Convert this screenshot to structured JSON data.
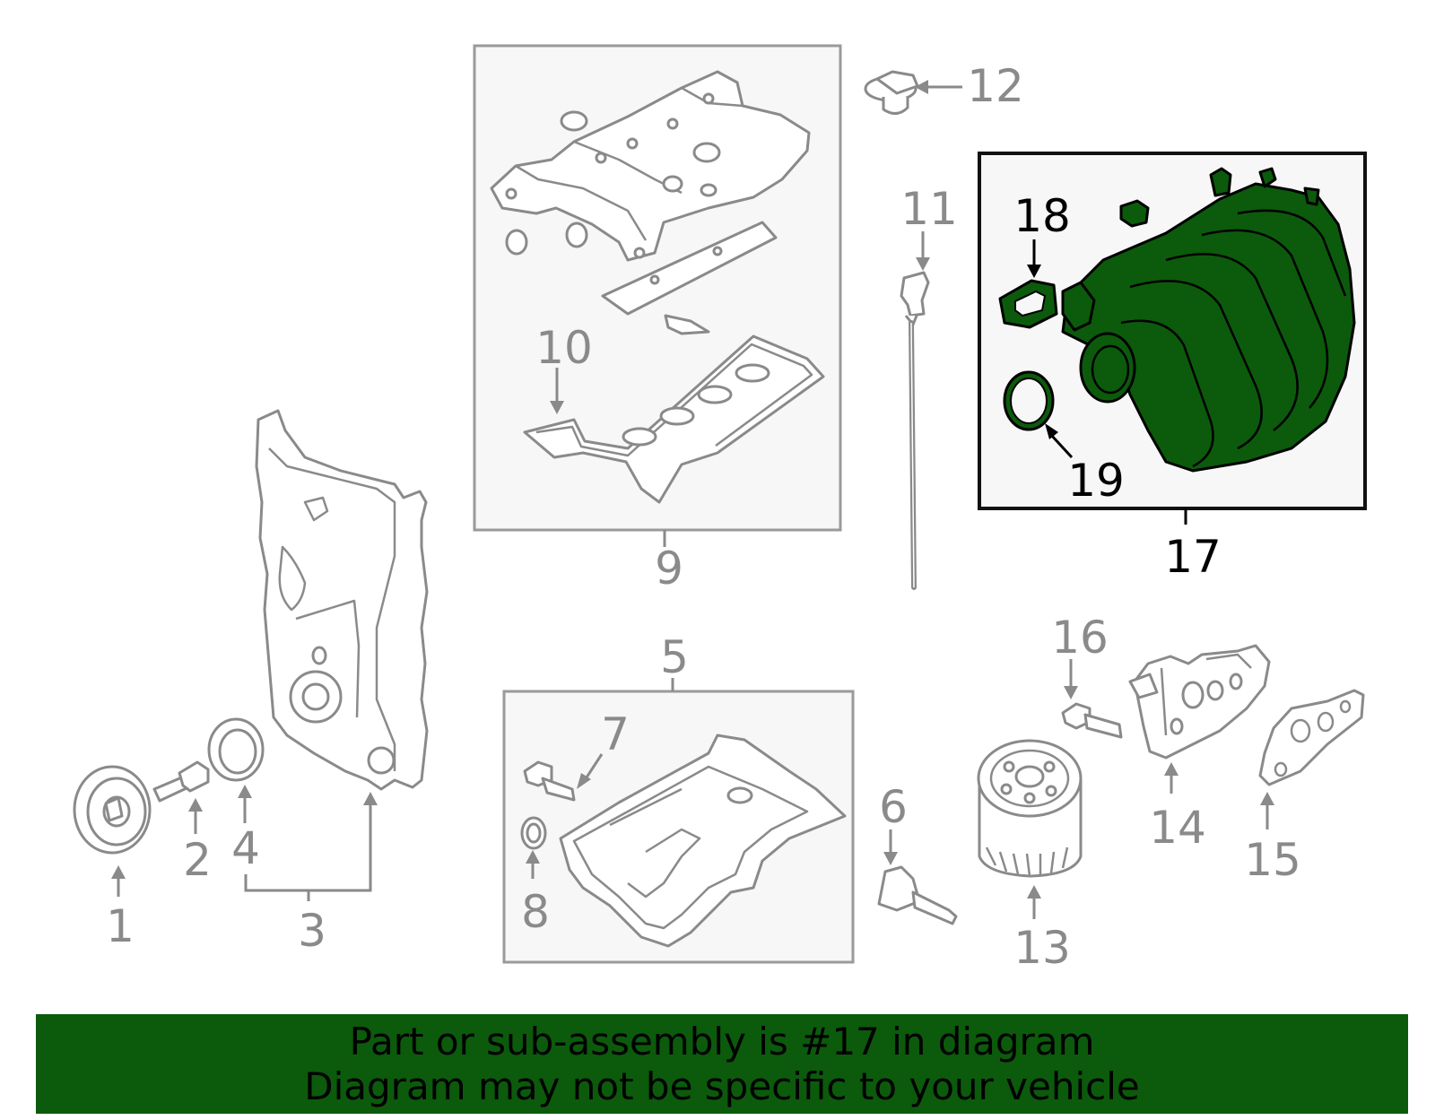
{
  "callouts": {
    "c1": "1",
    "c2": "2",
    "c3": "3",
    "c4": "4",
    "c5": "5",
    "c6": "6",
    "c7": "7",
    "c8": "8",
    "c9": "9",
    "c10": "10",
    "c11": "11",
    "c12": "12",
    "c13": "13",
    "c14": "14",
    "c15": "15",
    "c16": "16",
    "c17": "17",
    "c18": "18",
    "c19": "19"
  },
  "highlight": {
    "part": "17",
    "color": "#0c5a0c"
  },
  "banner": {
    "line1": "Part or sub-assembly is #17 in diagram",
    "line2": "Diagram may not be specific to your vehicle"
  }
}
